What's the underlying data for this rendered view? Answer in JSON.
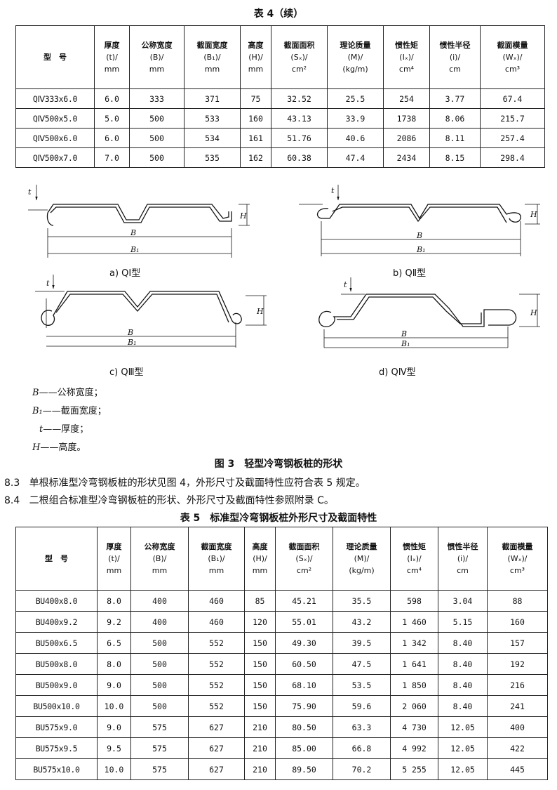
{
  "table4": {
    "caption": "表 4（续）",
    "headers": [
      [
        "型　号"
      ],
      [
        "厚度",
        "(t)/",
        "mm"
      ],
      [
        "公称宽度",
        "(B)/",
        "mm"
      ],
      [
        "截面宽度",
        "(B₁)/",
        "mm"
      ],
      [
        "高度",
        "(H)/",
        "mm"
      ],
      [
        "截面面积",
        "(Sₓ)/",
        "cm²"
      ],
      [
        "理论质量",
        "(M)/",
        "(kg/m)"
      ],
      [
        "惯性矩",
        "(Iₓ)/",
        "cm⁴"
      ],
      [
        "惯性半径",
        "(i)/",
        "cm"
      ],
      [
        "截面模量",
        "(Wₓ)/",
        "cm³"
      ]
    ],
    "rows": [
      [
        "QⅣ333x6.0",
        "6.0",
        "333",
        "371",
        "75",
        "32.52",
        "25.5",
        "254",
        "3.77",
        "67.4"
      ],
      [
        "QⅣ500x5.0",
        "5.0",
        "500",
        "533",
        "160",
        "43.13",
        "33.9",
        "1738",
        "8.06",
        "215.7"
      ],
      [
        "QⅣ500x6.0",
        "6.0",
        "500",
        "534",
        "161",
        "51.76",
        "40.6",
        "2086",
        "8.11",
        "257.4"
      ],
      [
        "QⅣ500x7.0",
        "7.0",
        "500",
        "535",
        "162",
        "60.38",
        "47.4",
        "2434",
        "8.15",
        "298.4"
      ]
    ]
  },
  "figure3": {
    "dim_labels": {
      "t": "t",
      "H": "H",
      "B": "B",
      "B1": "B₁"
    },
    "panels": [
      {
        "label": "a)  QⅠ型"
      },
      {
        "label": "b)  QⅡ型"
      },
      {
        "label": "c)  QⅢ型"
      },
      {
        "label": "d)  QⅣ型"
      }
    ],
    "legend": [
      {
        "sym": "B",
        "text": "——公称宽度；"
      },
      {
        "sym": "B₁",
        "text": "——截面宽度；"
      },
      {
        "sym": "t",
        "text": "——厚度；"
      },
      {
        "sym": "H",
        "text": "——高度。"
      }
    ],
    "caption": "图 3　轻型冷弯钢板桩的形状"
  },
  "paragraphs": [
    {
      "num": "8.3",
      "text": "单根标准型冷弯钢板桩的形状见图 4，外形尺寸及截面特性应符合表 5 规定。"
    },
    {
      "num": "8.4",
      "text": "二根组合标准型冷弯钢板桩的形状、外形尺寸及截面特性参照附录 C。"
    }
  ],
  "table5": {
    "caption": "表 5　标准型冷弯钢板桩外形尺寸及截面特性",
    "headers": [
      [
        "型　号"
      ],
      [
        "厚度",
        "(t)/",
        "mm"
      ],
      [
        "公称宽度",
        "(B)/",
        "mm"
      ],
      [
        "截面宽度",
        "(B₁)/",
        "mm"
      ],
      [
        "高度",
        "(H)/",
        "mm"
      ],
      [
        "截面面积",
        "(Sₓ)/",
        "cm²"
      ],
      [
        "理论质量",
        "(M)/",
        "(kg/m)"
      ],
      [
        "惯性矩",
        "(Iₓ)/",
        "cm⁴"
      ],
      [
        "惯性半径",
        "(i)/",
        "cm"
      ],
      [
        "截面模量",
        "(Wₓ)/",
        "cm³"
      ]
    ],
    "rows": [
      [
        "BU400x8.0",
        "8.0",
        "400",
        "460",
        "85",
        "45.21",
        "35.5",
        "598",
        "3.04",
        "88"
      ],
      [
        "BU400x9.2",
        "9.2",
        "400",
        "460",
        "120",
        "55.01",
        "43.2",
        "1 460",
        "5.15",
        "160"
      ],
      [
        "BU500x6.5",
        "6.5",
        "500",
        "552",
        "150",
        "49.30",
        "39.5",
        "1 342",
        "8.40",
        "157"
      ],
      [
        "BU500x8.0",
        "8.0",
        "500",
        "552",
        "150",
        "60.50",
        "47.5",
        "1 641",
        "8.40",
        "192"
      ],
      [
        "BU500x9.0",
        "9.0",
        "500",
        "552",
        "150",
        "68.10",
        "53.5",
        "1 850",
        "8.40",
        "216"
      ],
      [
        "BU500x10.0",
        "10.0",
        "500",
        "552",
        "150",
        "75.90",
        "59.6",
        "2 060",
        "8.40",
        "241"
      ],
      [
        "BU575x9.0",
        "9.0",
        "575",
        "627",
        "210",
        "80.50",
        "63.3",
        "4 730",
        "12.05",
        "400"
      ],
      [
        "BU575x9.5",
        "9.5",
        "575",
        "627",
        "210",
        "85.00",
        "66.8",
        "4 992",
        "12.05",
        "422"
      ],
      [
        "BU575x10.0",
        "10.0",
        "575",
        "627",
        "210",
        "89.50",
        "70.2",
        "5 255",
        "12.05",
        "445"
      ]
    ]
  }
}
